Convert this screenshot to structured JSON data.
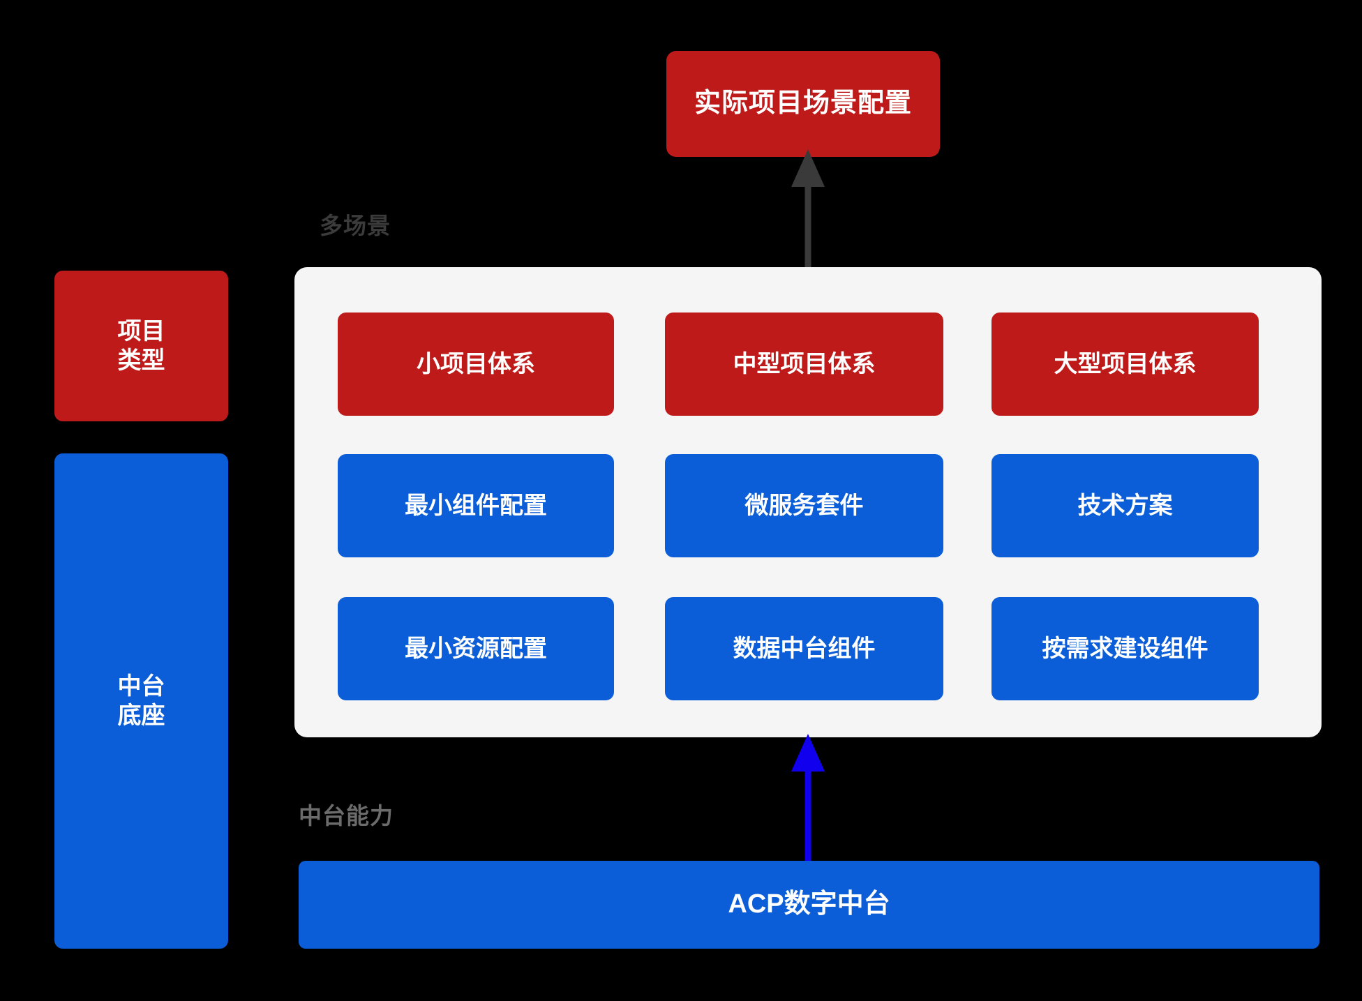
{
  "diagram": {
    "title_box": {
      "label": "实际项目场景配置",
      "color": "#bf1a1a"
    },
    "left_column": [
      {
        "label": "项目\n类型",
        "color": "#bf1a1a",
        "name": "project-type"
      },
      {
        "label": "中台\n底座",
        "color": "#0b5ed7",
        "name": "platform-base"
      }
    ],
    "section_labels": {
      "multi_scenario": "多场景",
      "platform_capability": "中台能力"
    },
    "panel": {
      "background": "#f5f5f5",
      "rows": [
        {
          "name": "project-systems",
          "color": "#bf1a1a",
          "cells": [
            "小项目体系",
            "中型项目体系",
            "大型项目体系"
          ]
        },
        {
          "name": "component-configs",
          "color": "#0b5ed7",
          "cells": [
            "最小组件配置",
            "微服务套件",
            "技术方案"
          ]
        },
        {
          "name": "resource-configs",
          "color": "#0b5ed7",
          "cells": [
            "最小资源配置",
            "数据中台组件",
            "按需求建设组件"
          ]
        }
      ]
    },
    "footer_bar": {
      "label": "ACP数字中台",
      "color": "#0b5ed7"
    },
    "arrows": [
      {
        "name": "panel-to-scenario",
        "color": "#3a3a3a",
        "direction": "up"
      },
      {
        "name": "acp-to-panel",
        "color": "#1100ee",
        "direction": "up"
      }
    ]
  }
}
